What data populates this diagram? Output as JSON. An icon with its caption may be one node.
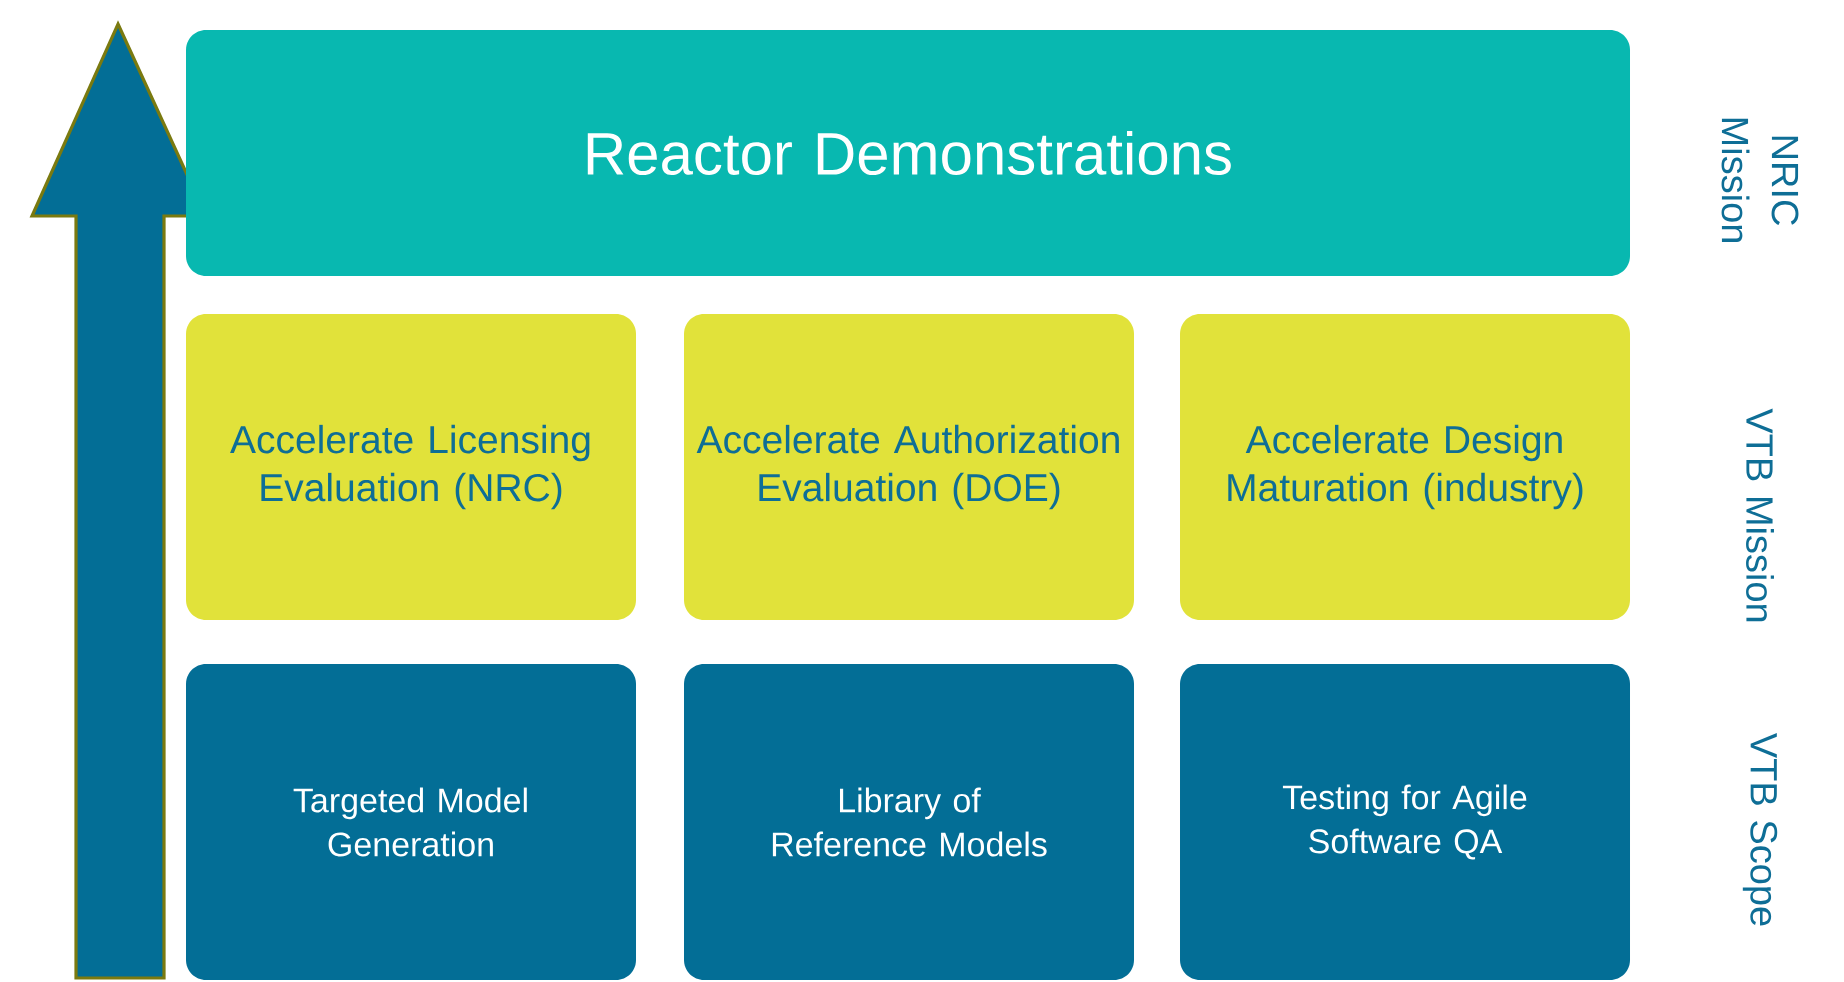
{
  "diagram": {
    "nodes": [
      {
        "text": [
          "Reactor Demonstrations"
        ]
      },
      {
        "text": [
          "Accelerate Licensing Evaluation (NRC)"
        ]
      },
      {
        "text": [
          "Accelerate Authorization Evaluation (DOE)"
        ]
      },
      {
        "text": [
          "Accelerate Design Maturation (industry)"
        ]
      },
      {
        "text": [
          "Targeted Model Generation"
        ]
      },
      {
        "text": [
          "Library of Reference Models"
        ]
      },
      {
        "text": [
          "Testing for Agile Software QA"
        ]
      }
    ],
    "labels": [
      "NRIC Mission",
      "VTB Mission",
      "VTB Scope"
    ]
  }
}
